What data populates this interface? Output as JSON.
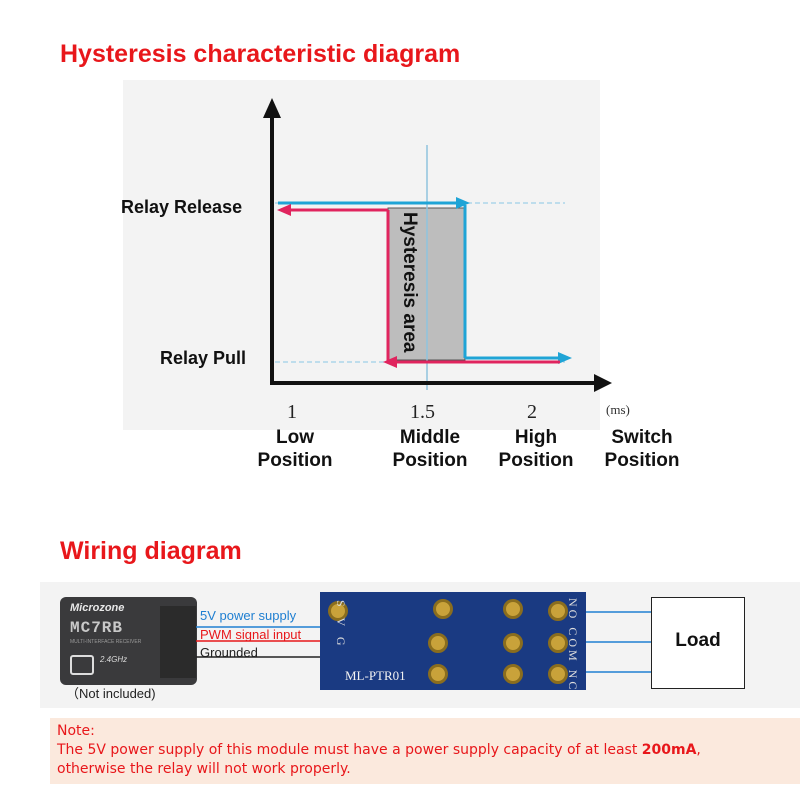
{
  "headings": {
    "hysteresis": "Hysteresis characteristic diagram",
    "wiring": "Wiring diagram"
  },
  "hysteresis_chart": {
    "y_labels": {
      "release": "Relay Release",
      "pull": "Relay Pull"
    },
    "area_label": "Hysteresis area",
    "ticks": [
      "1",
      "1.5",
      "2"
    ],
    "unit": "(ms)",
    "positions": [
      {
        "line1": "Low",
        "line2": "Position"
      },
      {
        "line1": "Middle",
        "line2": "Position"
      },
      {
        "line1": "High",
        "line2": "Position"
      },
      {
        "line1": "Switch",
        "line2": "Position"
      }
    ],
    "colors": {
      "release_path": "#1fa4d6",
      "pull_path": "#e0245e",
      "area": "#bdbdbd"
    }
  },
  "wiring": {
    "receiver": {
      "brand": "Microzone",
      "model": "MC7RB",
      "subtext": "MULTI-INTERFACE RECEIVER",
      "band": "2.4GHz",
      "note": "（Not included)"
    },
    "wires": [
      {
        "label": "5V power supply",
        "color": "#1f7fd1"
      },
      {
        "label": "PWM signal input",
        "color": "#e8171b"
      },
      {
        "label": "Grounded",
        "color": "#222222"
      }
    ],
    "module": {
      "name": "ML-PTR01",
      "left_pins": "S V G",
      "right_pins": "NO COM NC"
    },
    "load": "Load"
  },
  "note": {
    "title": "Note:",
    "line1_pre": "The 5V power supply of this module must have a power supply capacity of at least ",
    "line1_bold": "200mA",
    "line1_post": ",",
    "line2": "otherwise the relay will not work properly."
  }
}
